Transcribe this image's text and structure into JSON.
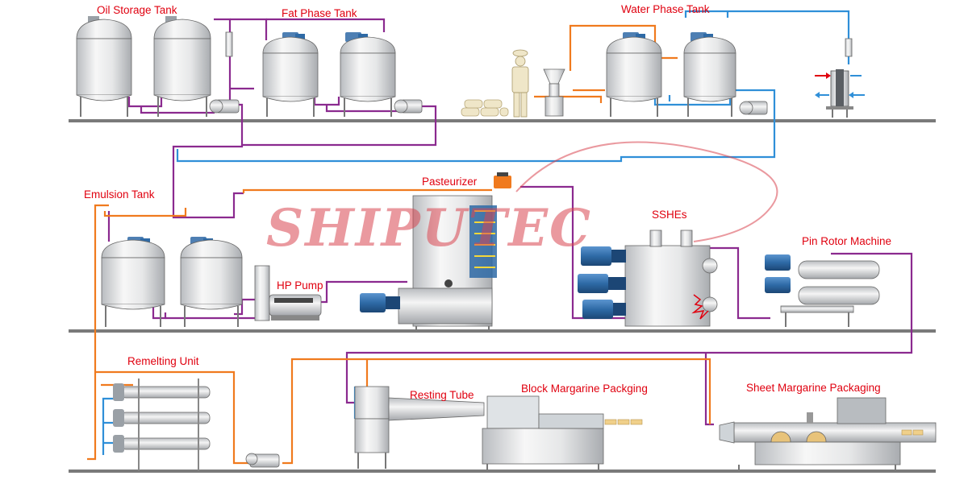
{
  "labels": {
    "oil_storage_tank": "Oil Storage Tank",
    "fat_phase_tank": "Fat Phase Tank",
    "water_phase_tank": "Water Phase Tank",
    "emulsion_tank": "Emulsion Tank",
    "pasteurizer": "Pasteurizer",
    "sshes": "SSHEs",
    "pin_rotor_machine": "Pin Rotor Machine",
    "hp_pump": "HP Pump",
    "remelting_unit": "Remelting Unit",
    "resting_tube": "Resting Tube",
    "block_margarine_packaging": "Block Margarine Packging",
    "sheet_margarine_packaging": "Sheet Margarine Packaging"
  },
  "watermark": "SHIPUTEC",
  "colors": {
    "label": "#e0000f",
    "purple_pipe": "#8b2a8f",
    "orange_pipe": "#f07a1e",
    "blue_pipe": "#2f8fd8",
    "motor": "#2e6aa6",
    "floor": "#7a7a7a",
    "watermark": "#d84650"
  }
}
